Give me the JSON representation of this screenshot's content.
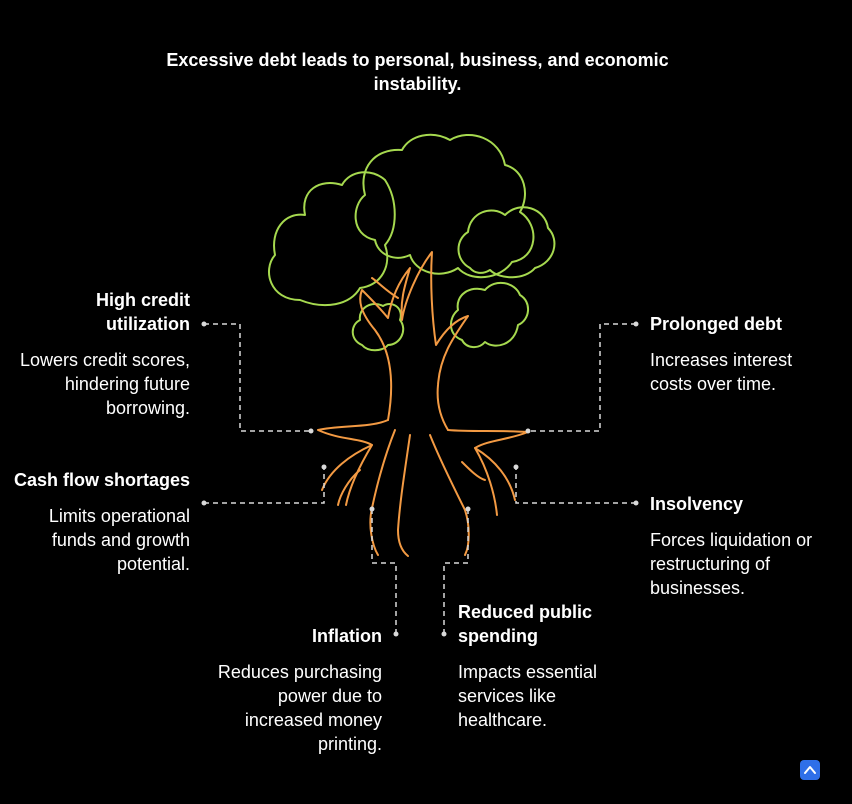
{
  "title": "Excessive debt leads to personal, business, and economic instability.",
  "colors": {
    "background": "#000000",
    "foliage": "#a6d94f",
    "trunk": "#f39a43",
    "connector": "#d9d9d9",
    "logo": "#2f6fe8"
  },
  "items": [
    {
      "id": "high-credit",
      "title": "High credit utilization",
      "description": "Lowers credit scores, hindering future borrowing."
    },
    {
      "id": "cash-flow",
      "title": "Cash flow shortages",
      "description": "Limits operational funds and growth potential."
    },
    {
      "id": "inflation",
      "title": "Inflation",
      "description": "Reduces purchasing power due to increased money printing."
    },
    {
      "id": "reduced-spending",
      "title": "Reduced public spending",
      "description": "Impacts essential services like healthcare."
    },
    {
      "id": "prolonged-debt",
      "title": "Prolonged debt",
      "description": "Increases interest costs over time."
    },
    {
      "id": "insolvency",
      "title": "Insolvency",
      "description": "Forces liquidation or restructuring of businesses."
    }
  ],
  "logo_icon": "up-arrow-logo-icon"
}
